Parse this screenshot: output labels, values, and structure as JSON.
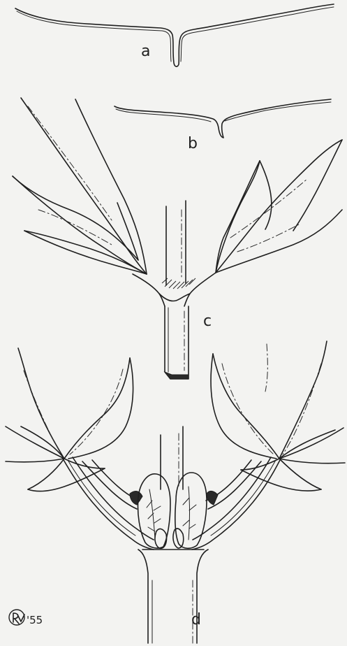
{
  "figure": {
    "panel_labels": {
      "a": "a",
      "b": "b",
      "c": "c",
      "d": "d"
    },
    "signature": {
      "monogram": "RV",
      "year": "'55"
    }
  }
}
